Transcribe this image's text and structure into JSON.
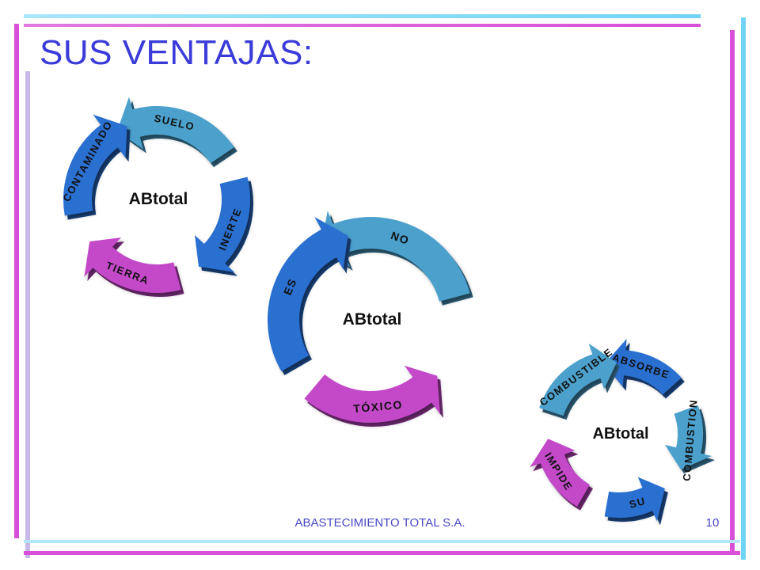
{
  "slide": {
    "title": "SUS VENTAJAS:",
    "footer": "ABASTECIMIENTO TOTAL S.A.",
    "page_number": "10"
  },
  "colors": {
    "light_blue": "#4ba0cc",
    "blue": "#2a6fd0",
    "magenta": "#c349c9",
    "text_dark": "#111111",
    "title": "#3b3bd9",
    "footer_text": "#4848c8",
    "accent_magenta": "#d84fd8",
    "accent_cyan": "#6fd4f5"
  },
  "cycles": [
    {
      "center_label": "ABtotal",
      "arrows": [
        {
          "label": "SUELO",
          "color": "light_blue"
        },
        {
          "label": "INERTE",
          "color": "blue"
        },
        {
          "label": "TIERRA",
          "color": "magenta"
        },
        {
          "label": "CONTAMINADO",
          "color": "blue"
        }
      ]
    },
    {
      "center_label": "ABtotal",
      "arrows": [
        {
          "label": "NO",
          "color": "light_blue"
        },
        {
          "label": "TÓXICO",
          "color": "magenta"
        },
        {
          "label": "ES",
          "color": "blue"
        }
      ]
    },
    {
      "center_label": "ABtotal",
      "arrows": [
        {
          "label": "ABSORBE",
          "color": "blue"
        },
        {
          "label": "COMBUSTION",
          "color": "light_blue"
        },
        {
          "label": "SU",
          "color": "blue"
        },
        {
          "label": "IMPIDE",
          "color": "magenta"
        },
        {
          "label": "COMBUSTIBLE",
          "color": "light_blue"
        }
      ]
    }
  ]
}
